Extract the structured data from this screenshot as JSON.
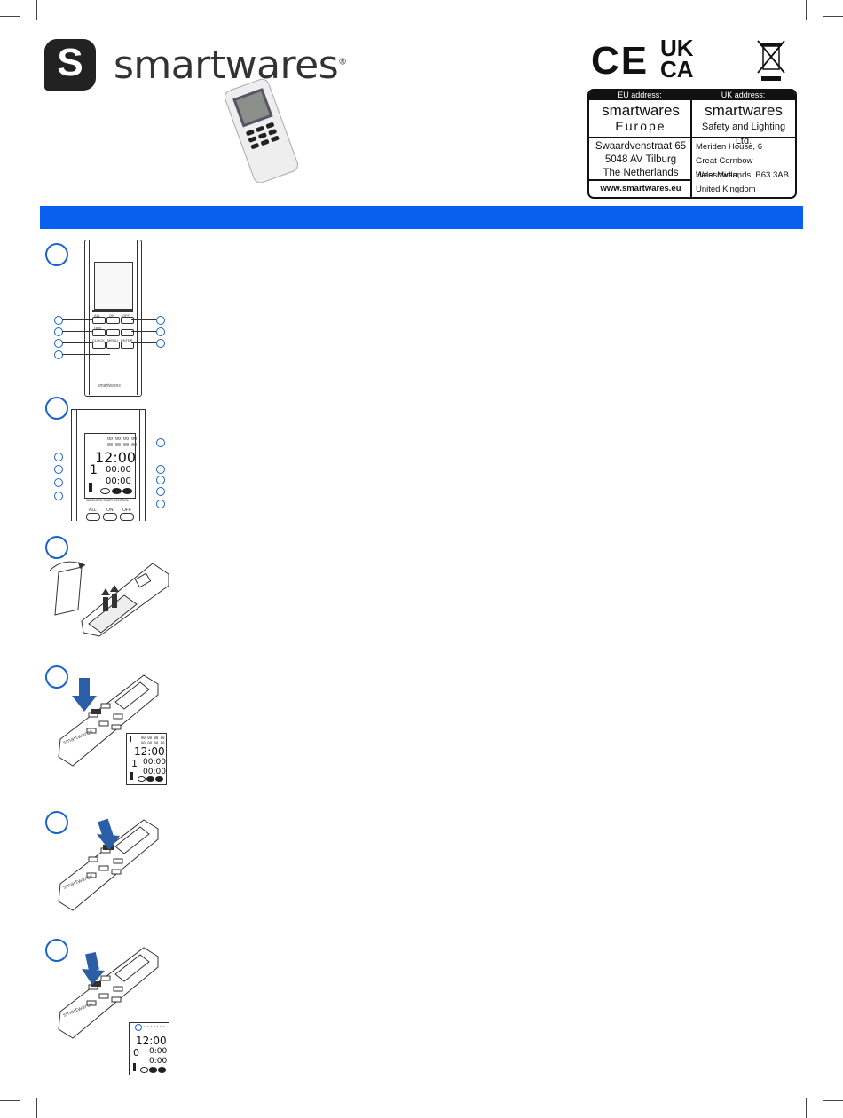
{
  "brand": {
    "name": "smartwares",
    "badge_letter": "S",
    "reg": "®"
  },
  "marks": {
    "ce": "CE",
    "ukca_top": "UK",
    "ukca_bottom": "CA"
  },
  "address": {
    "eu_header": "EU address:",
    "uk_header": "UK address:",
    "eu_brand": "smartwares",
    "eu_sub": "Europe",
    "uk_brand": "smartwares",
    "uk_sub": "Safety and Lighting Ltd.",
    "eu_lines": [
      "Swaardvenstraat 65",
      "5048 AV Tilburg",
      "The Netherlands"
    ],
    "uk_lines": [
      "Meriden House, 6",
      "Great Cornbow Halesowen,",
      "West Midlands, B63 3AB",
      "United Kingdom"
    ],
    "website": "www.smartwares.eu"
  },
  "remote": {
    "labels": {
      "all": "ALL",
      "on": "ON",
      "off": "OFF",
      "clock": "CLOCK",
      "menu": "MENU",
      "enter": "ENTER",
      "time": "TIME",
      "brand": "smartwares",
      "wireless": "WIRELESS TIMER CONTROL"
    },
    "display": {
      "time_big": "12:00",
      "channel": "1",
      "on_time": "00:00",
      "off_time": "00:00",
      "channel_zero": "0",
      "on_time_short": "0:00",
      "off_time_short": "0:00",
      "seg_row": "00 00 00 00",
      "days": "1 2 3 4 5 6 7"
    }
  },
  "colors": {
    "accent": "#0760ee",
    "callout": "#1a63c8",
    "arrow": "#2c5ea8"
  }
}
